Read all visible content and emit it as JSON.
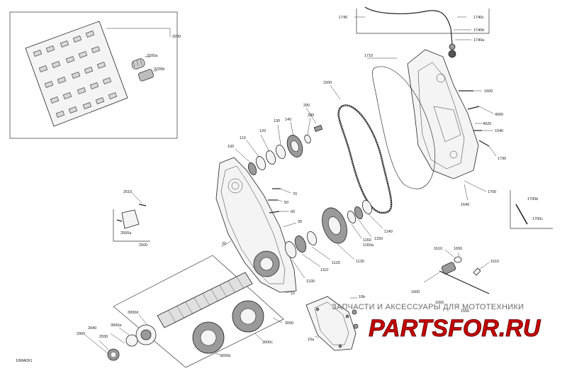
{
  "diagram_id": "10MA091",
  "watermark": {
    "caption": "ЗАПЧАСТИ И АКСЕССУАРЫ ДЛЯ МОТОТЕХНИКИ",
    "logo": "PARTSFOR.RU"
  },
  "callouts": {
    "p3200": "3200",
    "p3200a": "3200a",
    "p3200b": "3200b",
    "p1740": "1740",
    "p1740c": "1740c",
    "p1740b": "1740b",
    "p1740a": "1740a",
    "p1710": "1710",
    "p1500": "1500",
    "p1600": "1600",
    "p4000": "4000",
    "p4020": "4020",
    "p1540": "1540",
    "p1790": "1790",
    "p1700": "1700",
    "p1640": "1640",
    "p1700b": "1700b",
    "p1700c": "1700c",
    "p290": "290",
    "p280": "280",
    "p140": "140",
    "p130": "130",
    "p120": "120",
    "p110": "110",
    "p100": "100",
    "p70": "70",
    "p50": "50",
    "p60": "60",
    "p30": "30",
    "p20": "20",
    "p10": "10",
    "p2510": "2510",
    "p2500a": "2500a",
    "p2500": "2500",
    "p1140": "1140",
    "p1150": "1150",
    "p1160": "1160",
    "p1160a": "1160a",
    "p1130": "1130",
    "p1120": "1120",
    "p1110": "1110",
    "p1100": "1100",
    "p1650": "1650",
    "p1610": "1610",
    "p1510": "1510",
    "p1600b": "1600",
    "p1650b": "1650",
    "p1550": "1550",
    "p10b": "10b",
    "p10a": "10a",
    "p3000": "3000",
    "p3000d": "3000d",
    "p3900a": "3900a",
    "p3000c": "3000c",
    "p3000b": "3000b",
    "p2940": "2940",
    "p2930": "2930",
    "p2950": "2950"
  }
}
